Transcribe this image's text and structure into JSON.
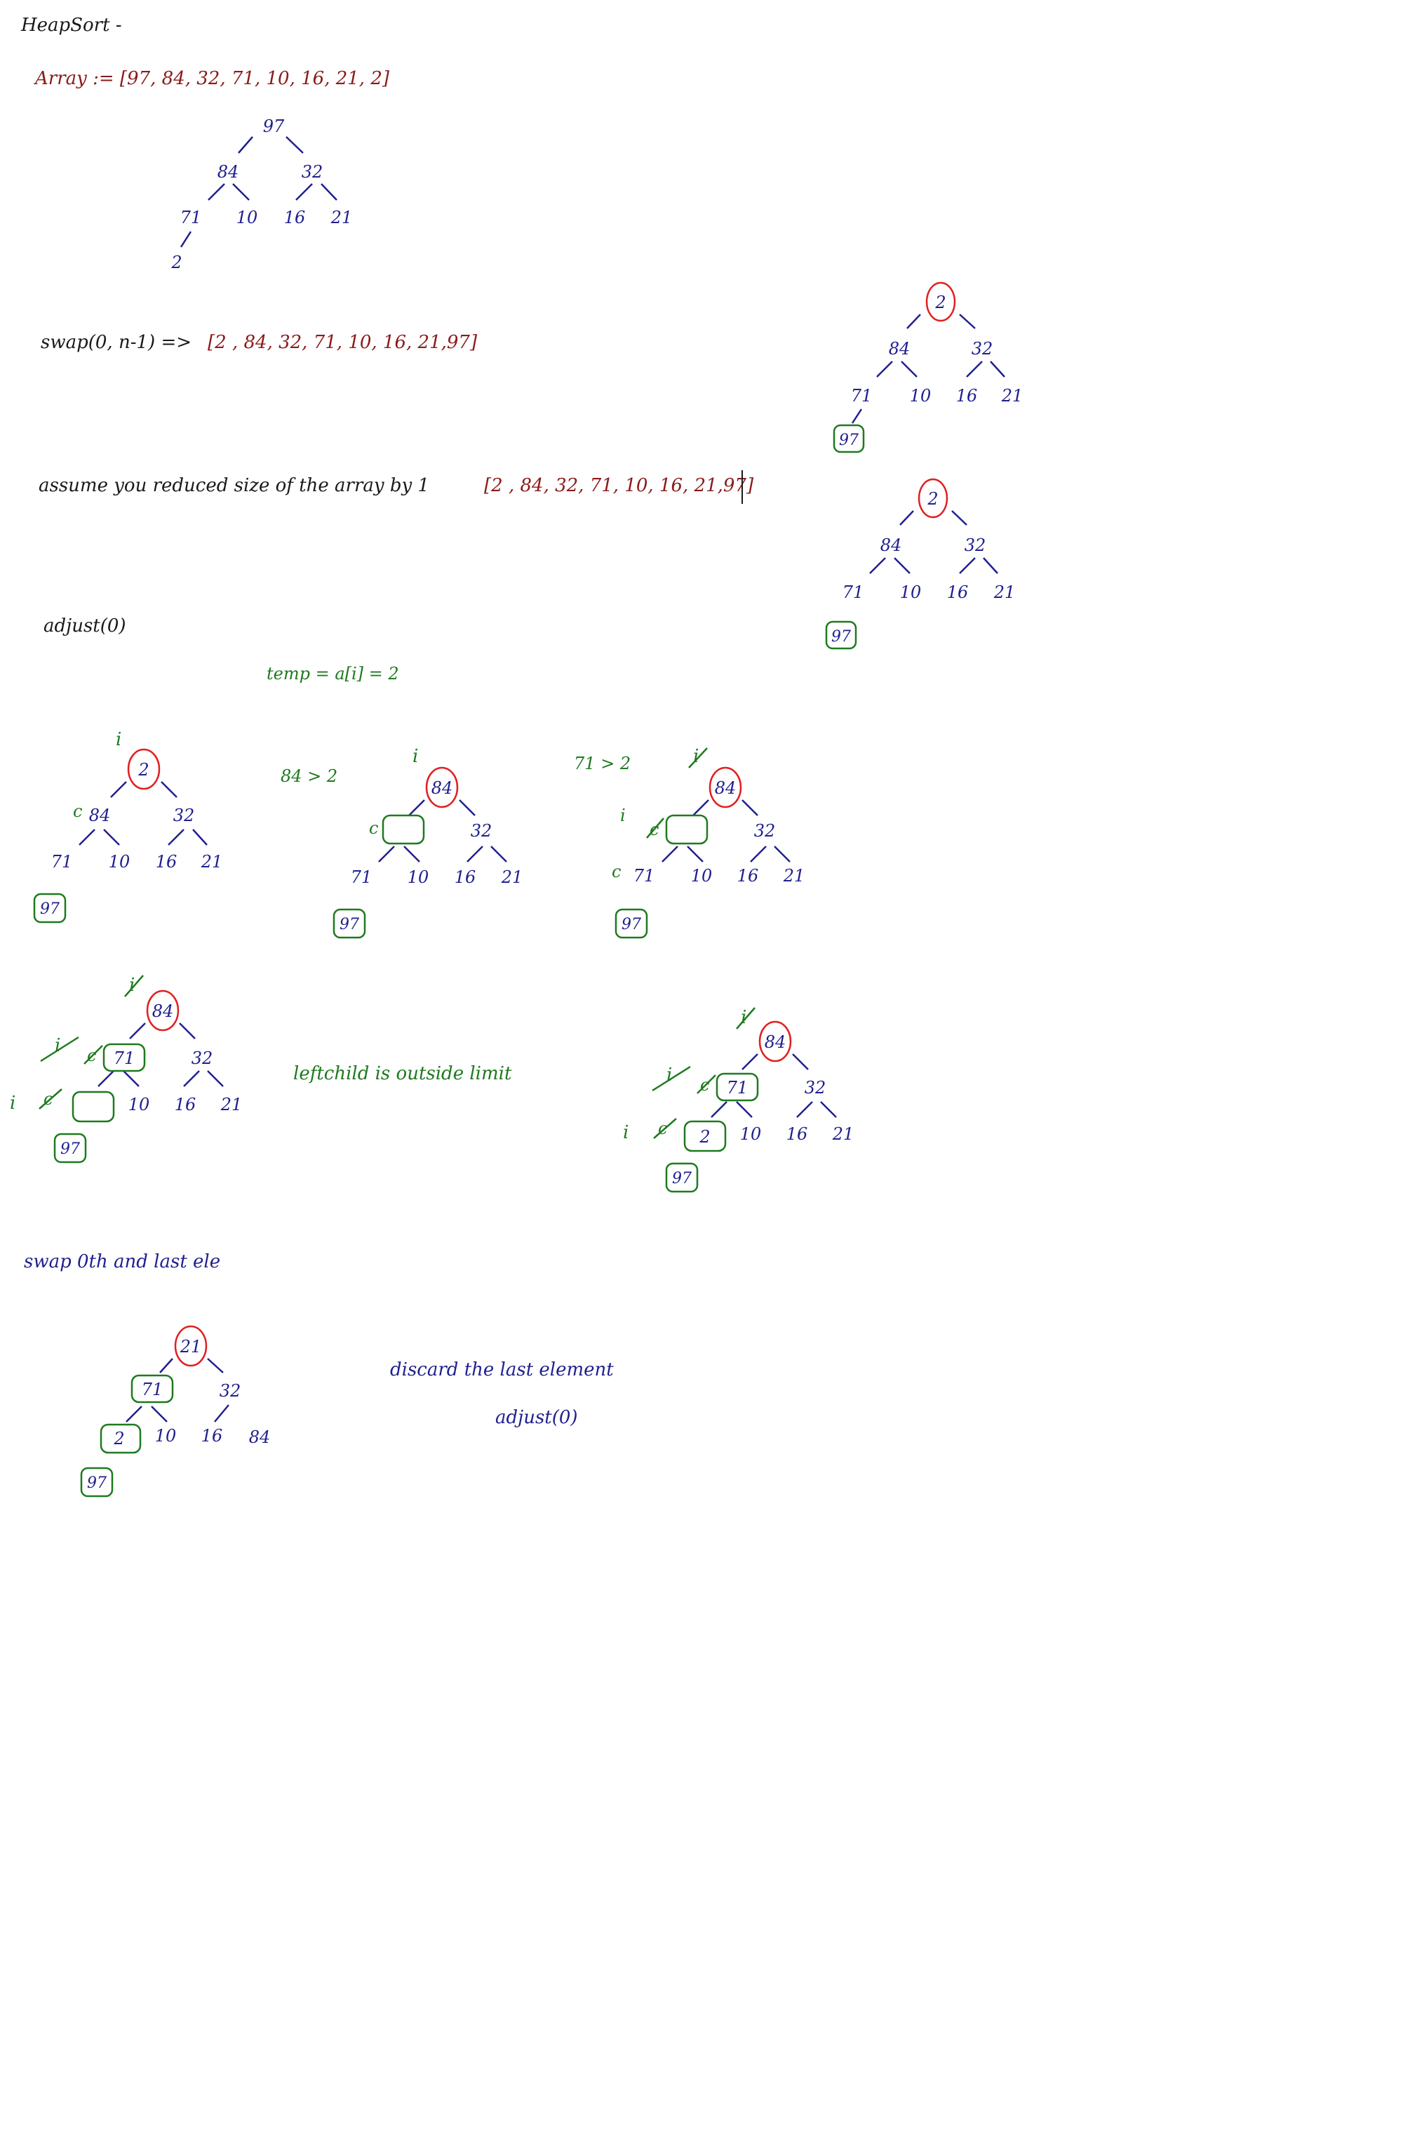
{
  "heading": "HeapSort -",
  "array_line": "Array := [97, 84, 32, 71, 10, 16, 21, 2]",
  "swap_line": "swap(0, n-1) =>",
  "swap_array": "[2 , 84, 32, 71, 10, 16, 21,97]",
  "reduce_line": "assume you reduced size of the array by 1",
  "reduce_array": "[2 , 84, 32, 71, 10, 16, 21,97]",
  "adjust_line": "adjust(0)",
  "temp_line": "temp = a[i] = 2",
  "cmp1": "84 > 2",
  "cmp2": "71 > 2",
  "outside_note": "leftchild is outside limit",
  "swap_last_line": "swap 0th and last ele",
  "discard_line": "discard the last element",
  "adjust_again": "adjust(0)",
  "marker_i": "i",
  "marker_c": "c",
  "colors": {
    "ink": "#1a1a1a",
    "array": "#8b1a1a",
    "node": "#1f1f8f",
    "annotation": "#1e7a1e",
    "highlight": "#e02020"
  },
  "trees": [
    {
      "id": "t1",
      "nodes": [
        "97",
        "84",
        "32",
        "71",
        "10",
        "16",
        "21",
        "2"
      ]
    },
    {
      "id": "t2",
      "nodes": [
        "2",
        "84",
        "32",
        "71",
        "10",
        "16",
        "21",
        "97"
      ]
    },
    {
      "id": "t3",
      "nodes": [
        "2",
        "84",
        "32",
        "71",
        "10",
        "16",
        "21",
        "97"
      ]
    },
    {
      "id": "t4",
      "nodes": [
        "2",
        "84",
        "32",
        "71",
        "10",
        "16",
        "21",
        "97"
      ]
    },
    {
      "id": "t5",
      "nodes": [
        "84",
        "",
        "32",
        "71",
        "10",
        "16",
        "21",
        "97"
      ]
    },
    {
      "id": "t6",
      "nodes": [
        "84",
        "",
        "32",
        "71",
        "10",
        "16",
        "21",
        "97"
      ]
    },
    {
      "id": "t7",
      "nodes": [
        "84",
        "71",
        "32",
        "",
        "10",
        "16",
        "21",
        "97"
      ]
    },
    {
      "id": "t8",
      "nodes": [
        "84",
        "71",
        "32",
        "2",
        "10",
        "16",
        "21",
        "97"
      ]
    },
    {
      "id": "t9",
      "nodes": [
        "21",
        "71",
        "32",
        "2",
        "10",
        "16",
        "84",
        "97"
      ]
    }
  ]
}
